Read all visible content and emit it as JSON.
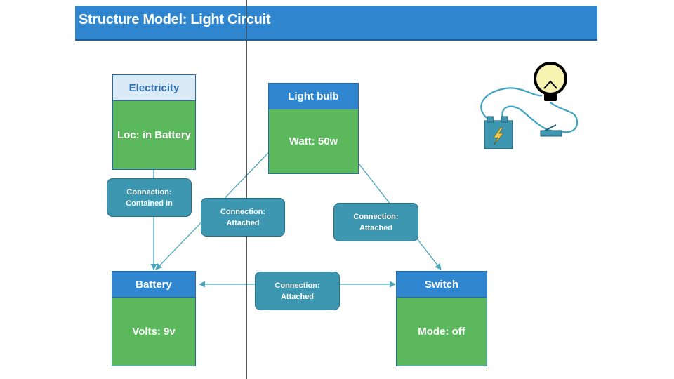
{
  "title": "Structure Model: Light Circuit",
  "entities": {
    "electricity": {
      "name": "Electricity",
      "attr": "Loc: in Battery"
    },
    "light_bulb": {
      "name": "Light bulb",
      "attr": "Watt: 50w"
    },
    "battery": {
      "name": "Battery",
      "attr": "Volts:  9v"
    },
    "switch": {
      "name": "Switch",
      "attr": "Mode: off"
    }
  },
  "connections": {
    "contained_in": {
      "line1": "Connection:",
      "line2": "Contained In"
    },
    "bulb_battery": {
      "line1": "Connection:",
      "line2": "Attached"
    },
    "bulb_switch": {
      "line1": "Connection:",
      "line2": "Attached"
    },
    "battery_switch": {
      "line1": "Connection:",
      "line2": "Attached"
    }
  },
  "colors": {
    "header_blue": "#2f86cf",
    "body_green": "#5cb85c",
    "connection_teal": "#3d97b0",
    "light_header": "#dbeaf7"
  }
}
